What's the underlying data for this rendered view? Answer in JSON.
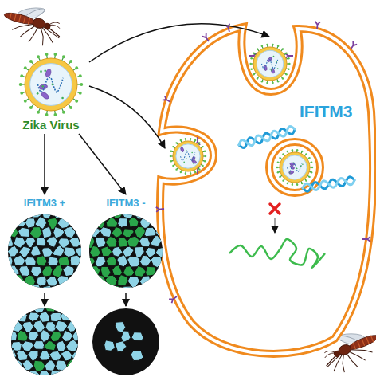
{
  "diagram": {
    "nodes": [
      {
        "text": [
          "Zika Virus"
        ]
      },
      {
        "text": [
          "IFITM3 +"
        ]
      },
      {
        "text": [
          "IFITM3 -"
        ]
      }
    ],
    "edges": [
      {
        "from": 0,
        "to": 1,
        "arrow": "to"
      },
      {
        "from": 0,
        "to": 2,
        "arrow": "to"
      }
    ],
    "labels": [
      "IFITM3"
    ]
  }
}
